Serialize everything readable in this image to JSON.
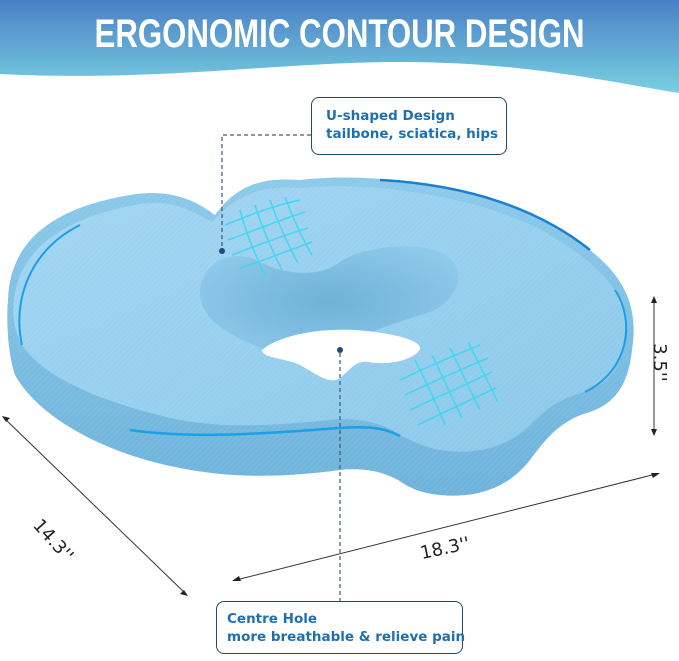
{
  "banner": {
    "title": "ERGONOMIC CONTOUR DESIGN",
    "gradient_top": "#4a82c6",
    "gradient_bottom": "#74cde0"
  },
  "callouts": {
    "top": {
      "line1": "U-shaped Design",
      "line2": "tailbone, sciatica,  hips"
    },
    "bottom": {
      "line1": "Centre Hole",
      "line2": "more breathable & relieve pain"
    }
  },
  "dimensions": {
    "width": "18.3''",
    "depth": "14.3''",
    "height": "3.5''"
  },
  "product": {
    "name": "donut seat cushion",
    "fabric_color": "#8ec9ea",
    "accent_color": "#1aa0e6",
    "grid_color": "#3fd6f0"
  }
}
